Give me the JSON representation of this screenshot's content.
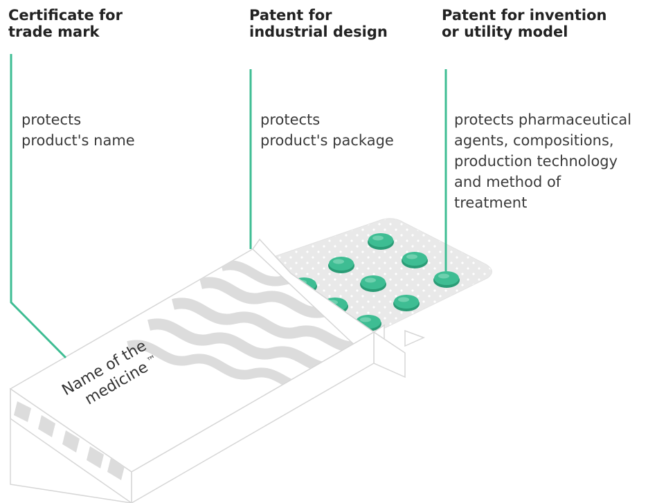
{
  "columns": [
    {
      "heading_lines": [
        "Certificate for",
        "trade mark"
      ],
      "description_lines": [
        "protects",
        "product's name"
      ]
    },
    {
      "heading_lines": [
        "Patent for",
        "industrial design"
      ],
      "description_lines": [
        "protects",
        "product's package"
      ]
    },
    {
      "heading_lines": [
        "Patent for invention",
        "or utility model"
      ],
      "description_lines": [
        "protects pharmaceutical",
        "agents, compositions,",
        "production technology",
        "and method of",
        "treatment"
      ]
    }
  ],
  "box_label": {
    "line1": "Name of the",
    "line2": "medicine",
    "trademark_symbol": "™"
  },
  "colors": {
    "accent": "#3ebd93",
    "pill": "#3ebd93",
    "pill_highlight": "#8fdcbf",
    "box_pattern": "#dcdcdc",
    "box_outline": "#d6d6d6",
    "blister": "#e9e9e9",
    "text": "#333333"
  }
}
